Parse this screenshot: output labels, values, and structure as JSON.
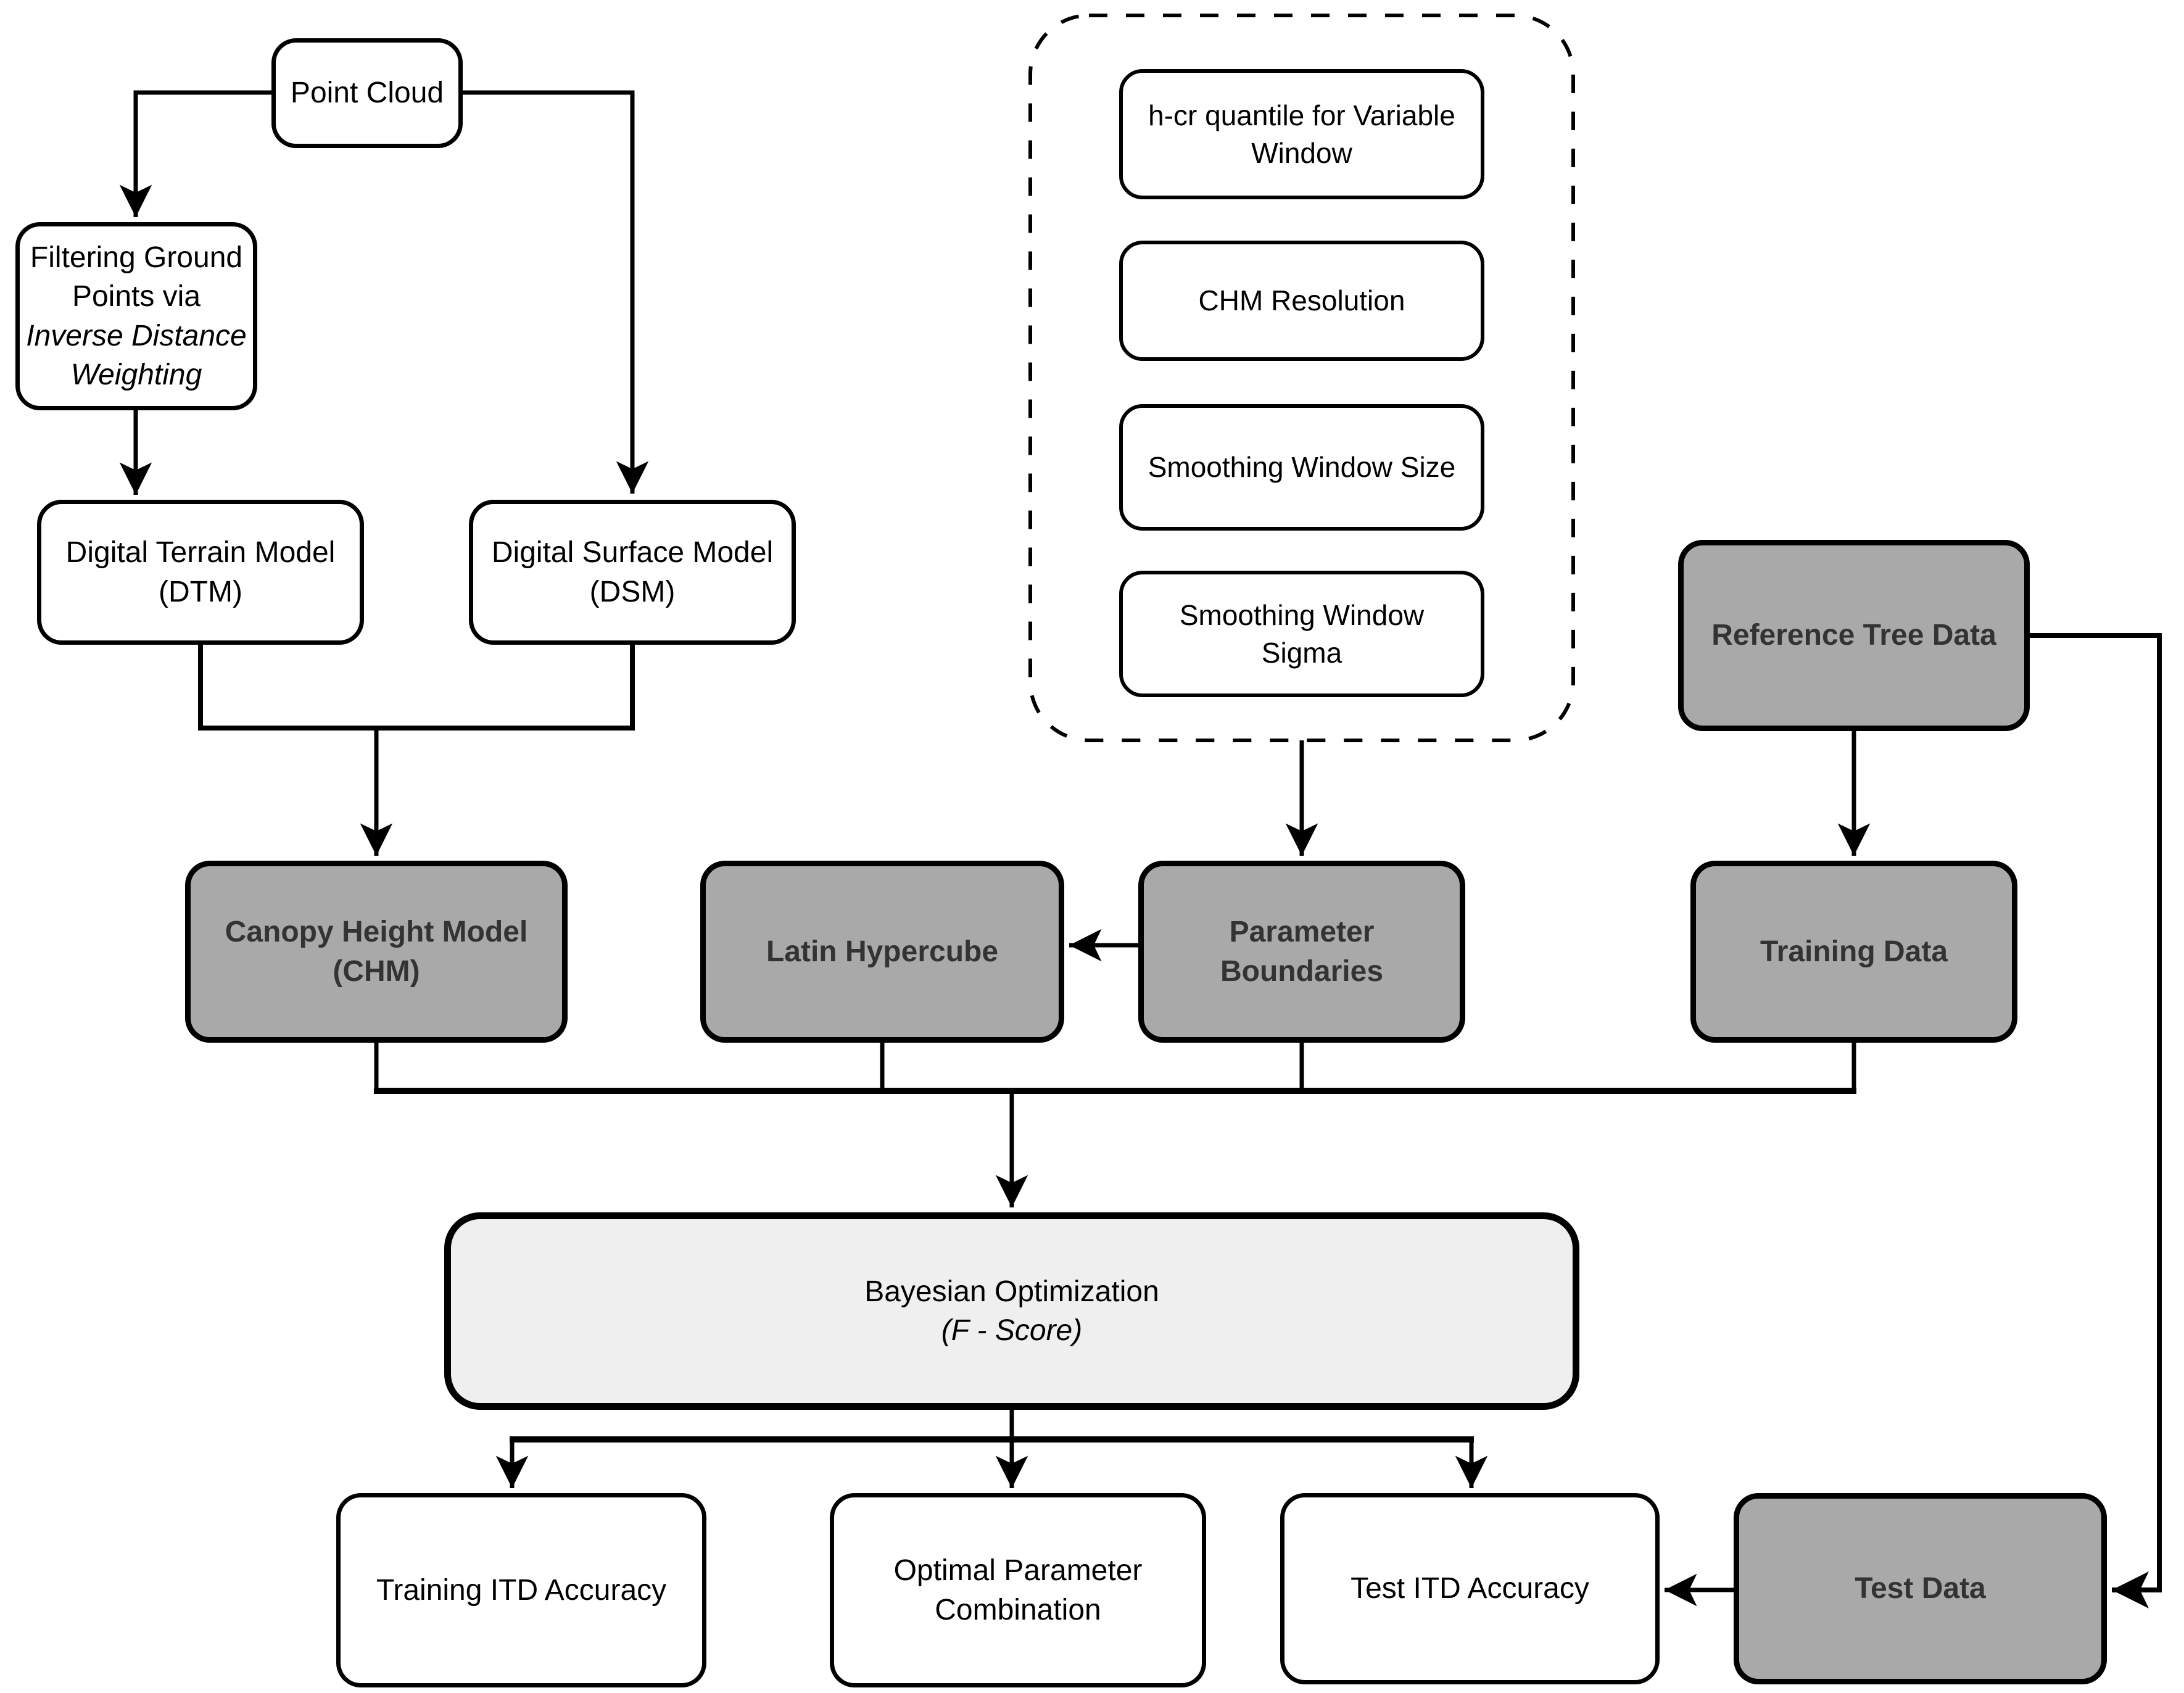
{
  "diagram": {
    "colors": {
      "gray_fill": "#a9a9a9",
      "gray_text": "#333333",
      "light_fill": "#efefef",
      "line_color": "#000000",
      "background": "#ffffff"
    },
    "nodes": {
      "point_cloud": {
        "label": "Point Cloud"
      },
      "filtering": {
        "line1": "Filtering Ground Points via",
        "line2": "Inverse Distance",
        "line3": "Weighting"
      },
      "dtm": {
        "label": "Digital Terrain Model\n(DTM)"
      },
      "dsm": {
        "label": "Digital Surface Model\n(DSM)"
      },
      "chm": {
        "label": "Canopy Height Model\n(CHM)"
      },
      "latin_hypercube": {
        "label": "Latin Hypercube"
      },
      "parameter_boundaries": {
        "label": "Parameter Boundaries"
      },
      "reference_tree_data": {
        "label": "Reference Tree Data"
      },
      "training_data": {
        "label": "Training Data"
      },
      "bayesian": {
        "line1": "Bayesian Optimization",
        "line2": "(F - Score)"
      },
      "training_itd_accuracy": {
        "label": "Training ITD Accuracy"
      },
      "optimal_parameter_combination": {
        "label": "Optimal Parameter\nCombination"
      },
      "test_itd_accuracy": {
        "label": "Test ITD Accuracy"
      },
      "test_data": {
        "label": "Test Data"
      }
    },
    "parameters": {
      "items": [
        "h-cr quantile for Variable\nWindow",
        "CHM Resolution",
        "Smoothing Window Size",
        "Smoothing Window\nSigma"
      ]
    }
  }
}
